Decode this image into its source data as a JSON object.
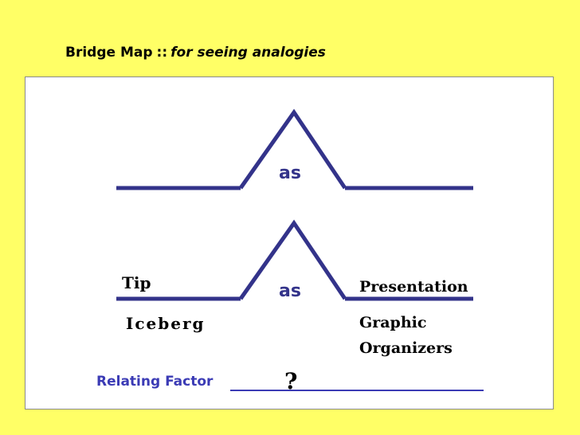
{
  "title": {
    "main": "Bridge Map",
    "separator": "::",
    "subtitle": "for seeing analogies"
  },
  "bridge_1": {
    "relating_word": "as"
  },
  "bridge_2": {
    "relating_word": "as",
    "left_top": "Tip",
    "left_bottom": "Iceberg",
    "right_top": "Presentation",
    "right_bottom_line1": "Graphic",
    "right_bottom_line2": "Organizers"
  },
  "relating_factor": {
    "label": "Relating Factor",
    "value": "?"
  },
  "colors": {
    "background": "#ffff66",
    "line": "#33338a",
    "relating_factor_text": "#3b3bb5"
  }
}
